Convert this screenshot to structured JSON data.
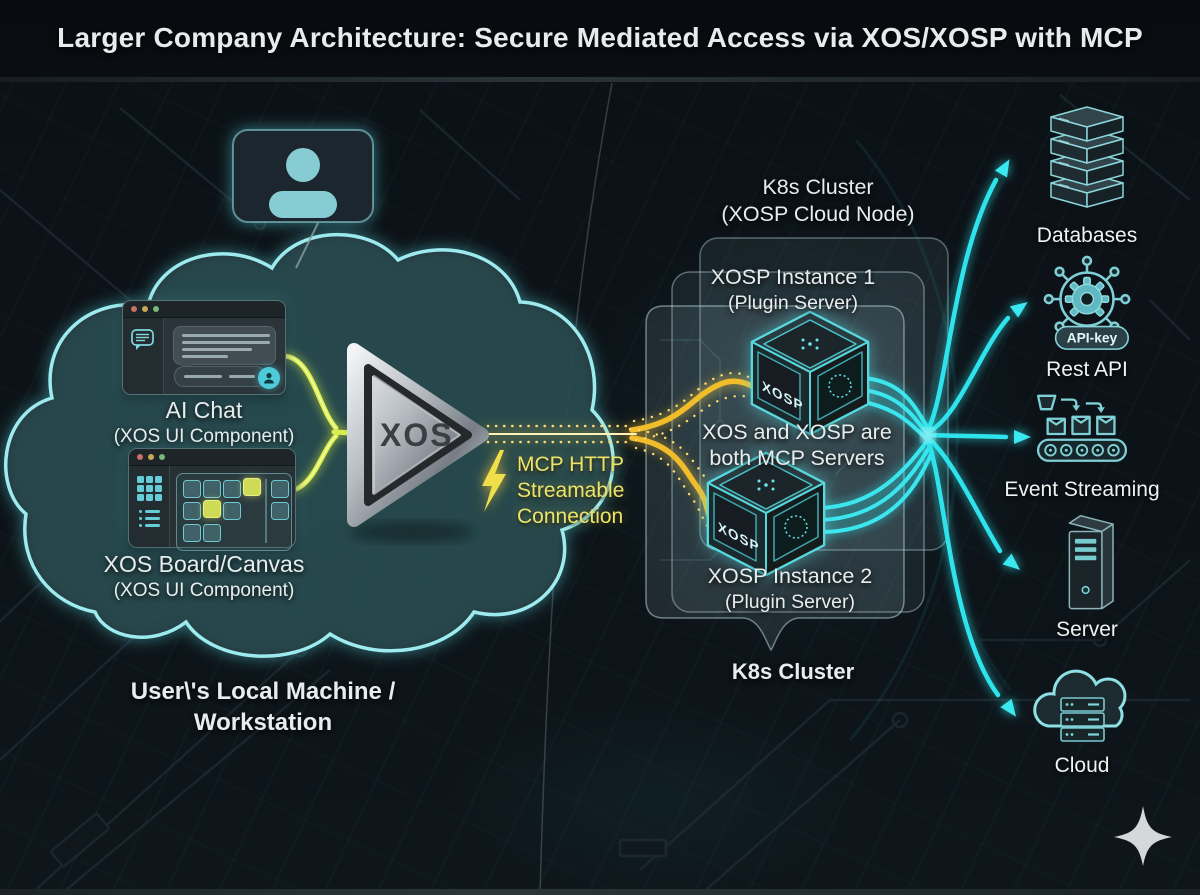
{
  "title": "Larger Company Architecture: Secure Mediated Access via XOS/XOSP with MCP",
  "colors": {
    "background": "#0c1318",
    "accent_cyan": "#35e2ec",
    "accent_yellow": "#f5c52a",
    "accent_lime": "#d9ee4e",
    "text_light": "#e7edee",
    "text_yellow": "#ece46a",
    "metal_silver": "#c9ced3"
  },
  "local": {
    "ai_chat_label": "AI Chat",
    "ai_chat_sublabel": "(XOS UI Component)",
    "board_label": "XOS Board/Canvas",
    "board_sublabel": "(XOS UI Component)",
    "caption_line1": "User\\'s Local Machine /",
    "caption_line2": "Workstation"
  },
  "xos_label": "XOS",
  "connection": {
    "line1": "MCP HTTP",
    "line2": "Streamable",
    "line3": "Connection"
  },
  "cluster": {
    "header_line1": "K8s Cluster",
    "header_line2": "(XOSP Cloud Node)",
    "instance1_line1": "XOSP Instance 1",
    "instance1_line2": "(Plugin Server)",
    "note_line1": "XOS and XOSP are",
    "note_line2": "both MCP Servers",
    "instance2_line1": "XOSP Instance 2",
    "instance2_line2": "(Plugin Server)",
    "footer_label": "K8s Cluster",
    "cube1_label": "XOSP",
    "cube2_label": "XOSP"
  },
  "services": [
    {
      "label": "Databases",
      "icon": "database-stack-icon"
    },
    {
      "label": "Rest API",
      "icon": "gear-api-icon",
      "badge": "API-key"
    },
    {
      "label": "Event Streaming",
      "icon": "conveyor-belt-icon"
    },
    {
      "label": "Server",
      "icon": "server-tower-icon"
    },
    {
      "label": "Cloud",
      "icon": "cloud-servers-icon"
    }
  ],
  "icons": {
    "user": "user-avatar-icon",
    "lightning": "lightning-bolt-icon",
    "sparkle": "sparkle-icon"
  }
}
